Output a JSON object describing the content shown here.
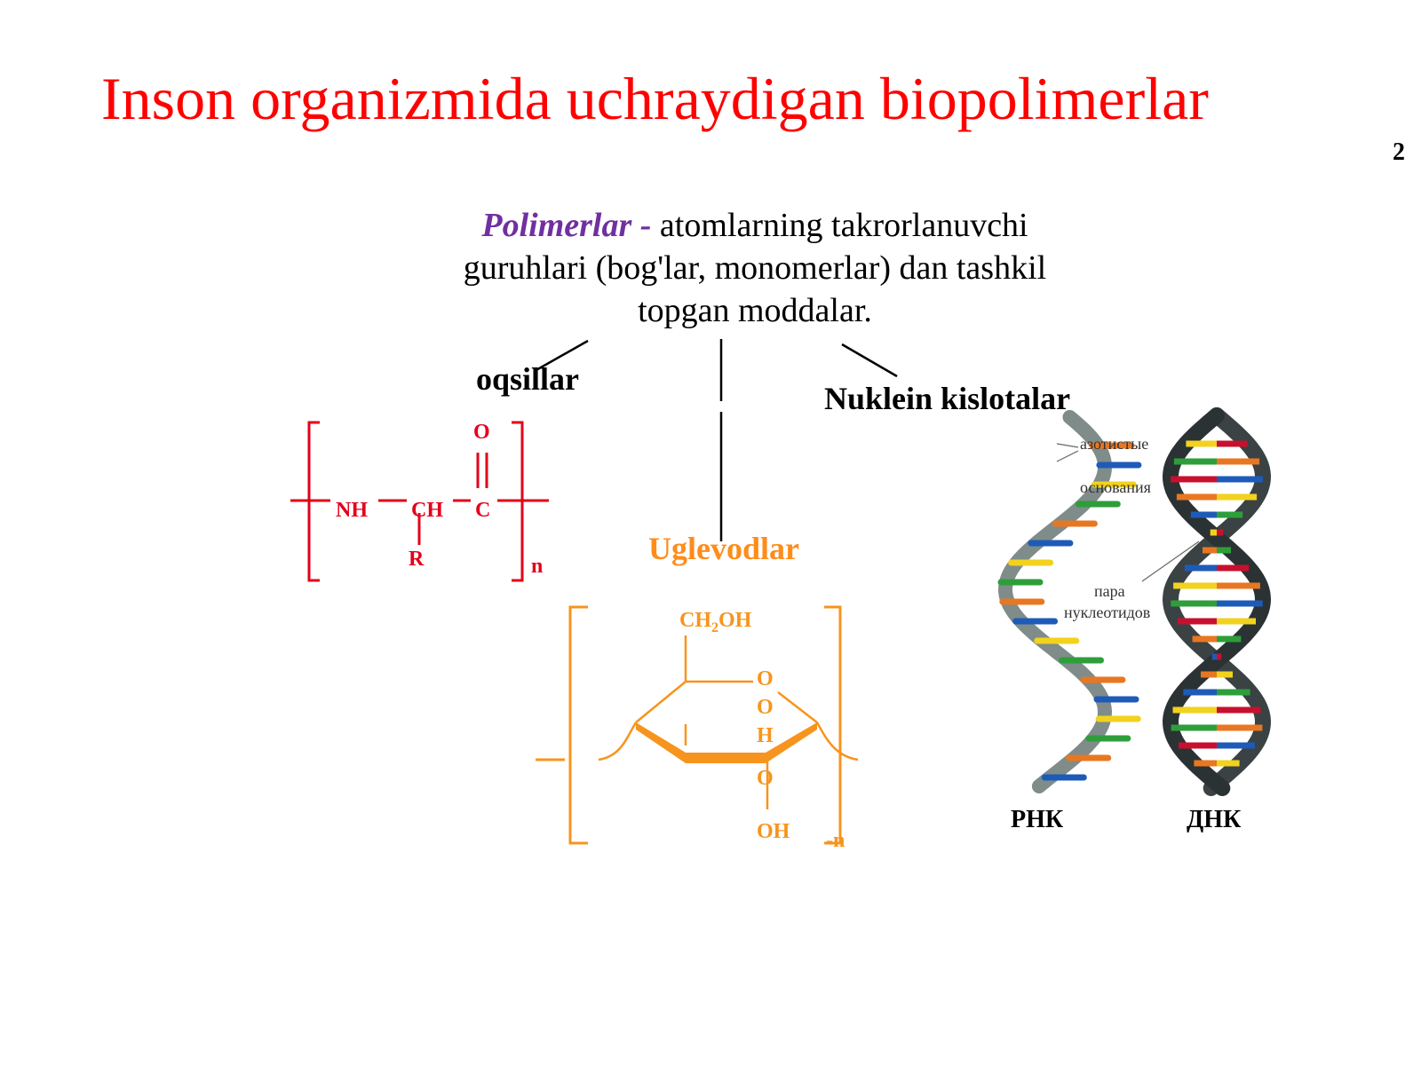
{
  "slide": {
    "title": "Inson organizmida uchraydigan biopolimerlar",
    "page_number": "2"
  },
  "definition": {
    "term": "Polimerlar -",
    "text": " atomlarning takrorlanuvchi guruhlari (bog'lar, monomerlar) dan tashkil topgan moddalar."
  },
  "categories": {
    "proteins": "oqsillar",
    "nucleic_acids": "Nuklein kislotalar",
    "carbohydrates": "Uglevodlar"
  },
  "protein_formula": {
    "nh": "NH",
    "ch": "CH",
    "c": "C",
    "o": "O",
    "r": "R",
    "n": "n",
    "color": "#e3001b"
  },
  "carb_formula": {
    "ch2oh_a": "CH",
    "ch2oh_sub": "2",
    "ch2oh_b": "OH",
    "o1": "O",
    "o2": "O",
    "h": "H",
    "o3": "O",
    "oh": "OH",
    "n": "-n",
    "color": "#f7941d"
  },
  "dna_figure": {
    "anno_bases_1": "азотистые",
    "anno_bases_2": "основания",
    "anno_pair_1": "пара",
    "anno_pair_2": "нуклеотидов",
    "rna_label": "РНК",
    "dna_label": "ДНК",
    "base_colors": [
      "#e87722",
      "#1e5bb8",
      "#f2d21e",
      "#2e9e3a",
      "#c8102e"
    ]
  }
}
